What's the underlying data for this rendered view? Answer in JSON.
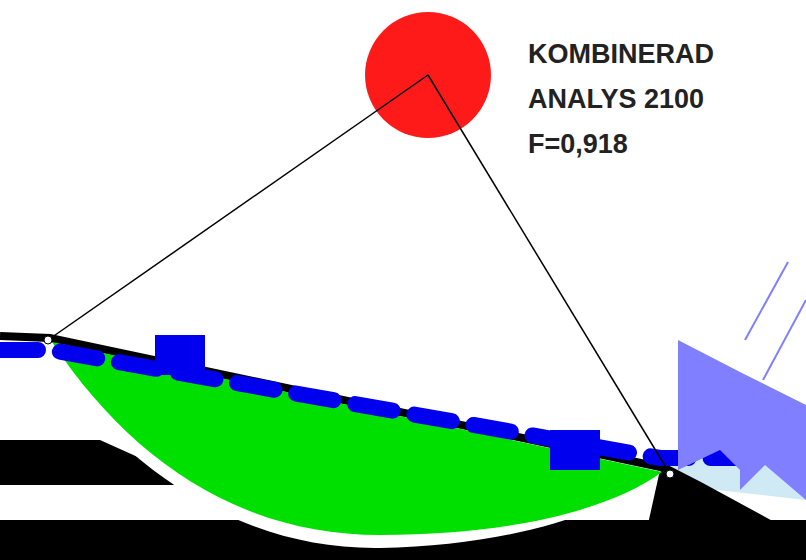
{
  "diagram": {
    "labels": [
      "KOMBINERAD",
      "ANALYS 2100",
      "F=0,918"
    ]
  }
}
